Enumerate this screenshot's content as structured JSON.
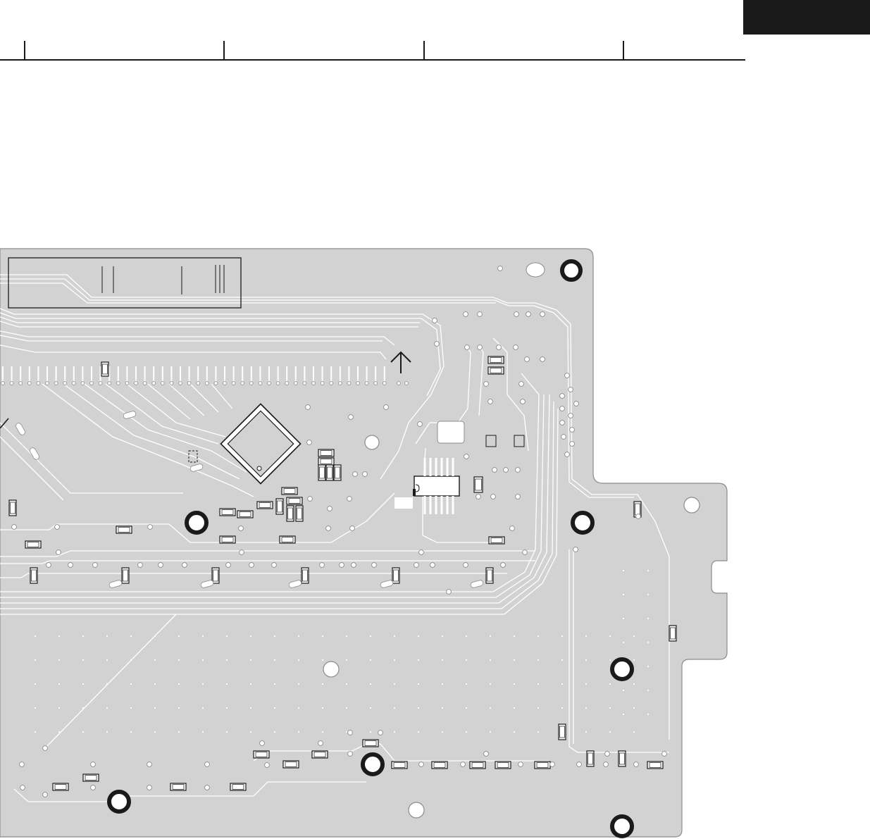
{
  "page": {
    "tab_color": "#1a1a1a",
    "rule_color": "#1a1a1a"
  },
  "board": {
    "copper_fill": "#d2d2d2",
    "outline_color": "#8c8c8c",
    "trace_color": "#ffffff",
    "component_outline": "#1a1a1a",
    "mounting_hole_count": 9,
    "components": {
      "ic_main": "qfp-ic",
      "ic_secondary": "soic-ic",
      "connector": "ribbon-connector",
      "direction_marker": "arrow-up-icon"
    }
  }
}
